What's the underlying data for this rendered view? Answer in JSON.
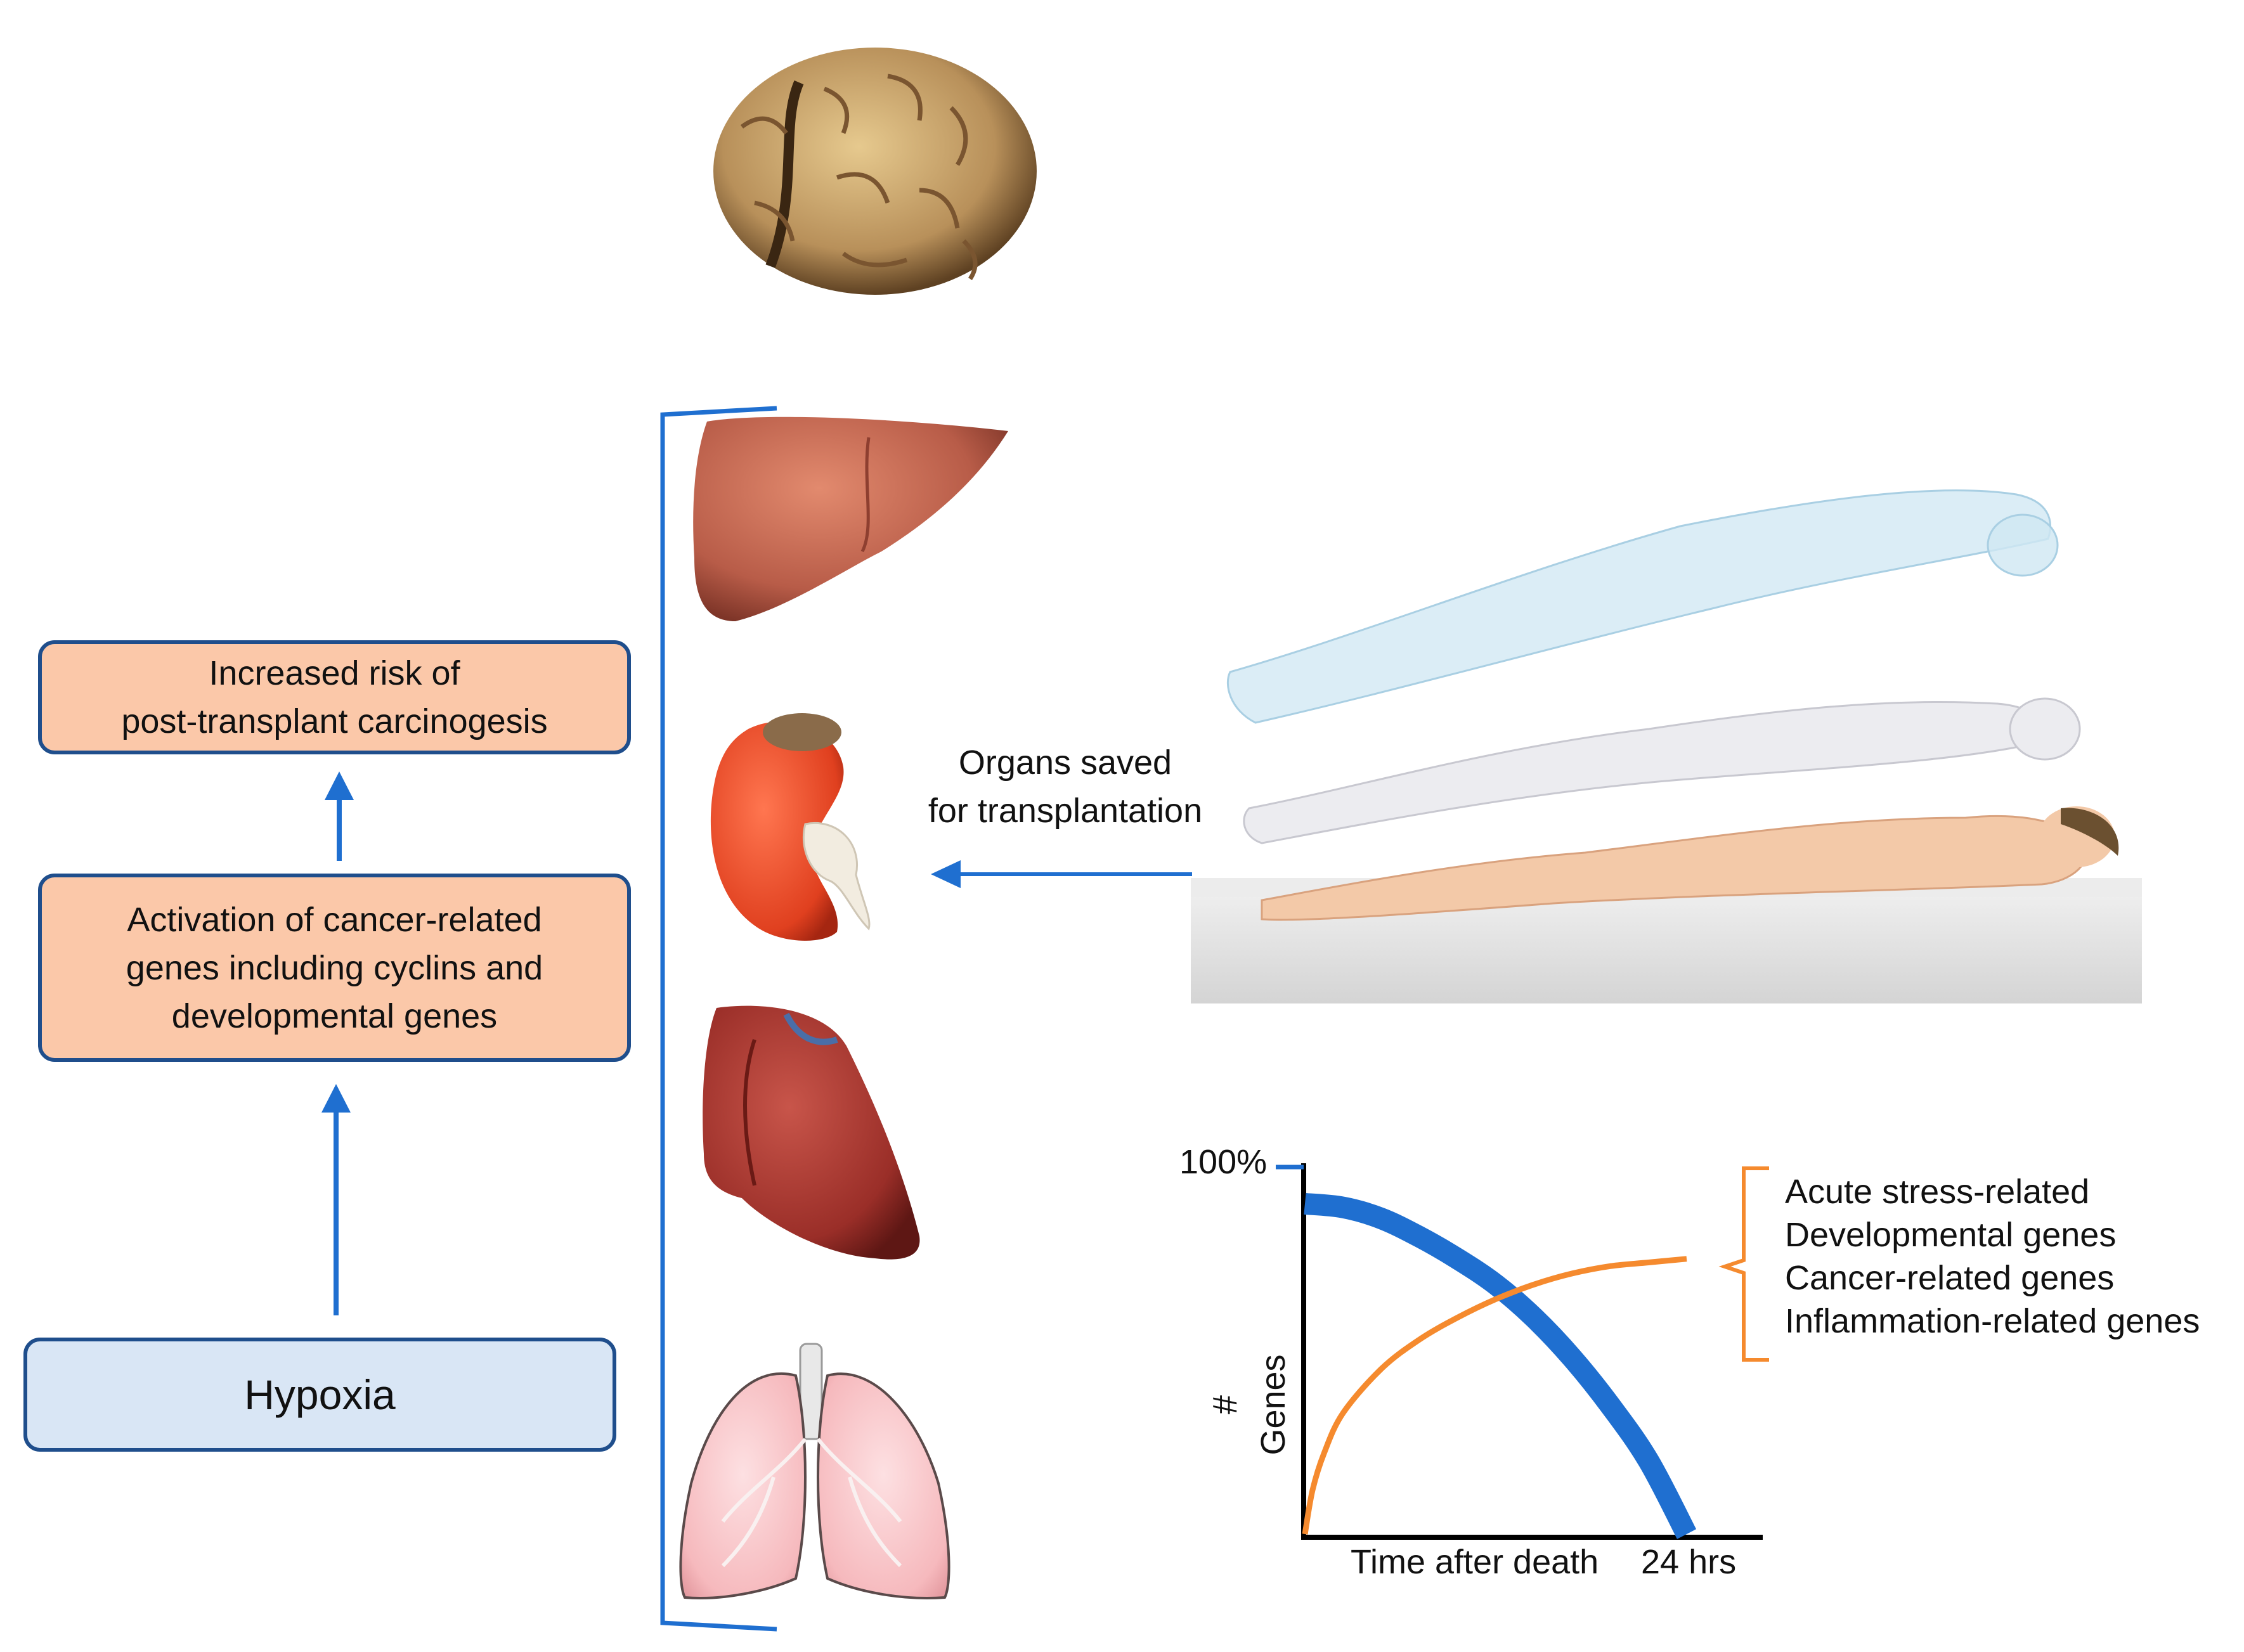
{
  "flow": {
    "risk_box": "Increased risk of\npost-transplant carcinogesis",
    "activation_box": "Activation of cancer-related\ngenes including cyclins and\ndevelopmental genes",
    "hypoxia_box": "Hypoxia"
  },
  "organs": [
    "brain",
    "liver",
    "kidney",
    "heart",
    "lungs"
  ],
  "transplant_label": "Organs saved\nfor transplantation",
  "chart_data": {
    "type": "line",
    "y_top_label": "100%",
    "ylabel": "# Genes",
    "xlabel": "Time after death",
    "x_end_label": "24 hrs",
    "series": [
      {
        "color": "#1f6fd0",
        "x": [
          0,
          0.1,
          0.2,
          0.3,
          0.4,
          0.5,
          0.6,
          0.7,
          0.8,
          0.9,
          1.0
        ],
        "y": [
          0.9,
          0.89,
          0.86,
          0.81,
          0.75,
          0.68,
          0.59,
          0.48,
          0.35,
          0.2,
          0.0
        ]
      },
      {
        "color": "#f58a2e",
        "x": [
          0,
          0.02,
          0.05,
          0.1,
          0.2,
          0.3,
          0.4,
          0.5,
          0.6,
          0.7,
          0.8,
          0.9,
          1.0
        ],
        "y": [
          0.0,
          0.12,
          0.22,
          0.33,
          0.45,
          0.53,
          0.59,
          0.64,
          0.68,
          0.71,
          0.73,
          0.74,
          0.75
        ]
      }
    ],
    "legend_entries": [
      "Acute stress-related",
      "Developmental genes",
      "Cancer-related genes",
      "Inflammation-related genes"
    ],
    "colors": {
      "decline": "#1f6fd0",
      "increase": "#f58a2e"
    }
  }
}
